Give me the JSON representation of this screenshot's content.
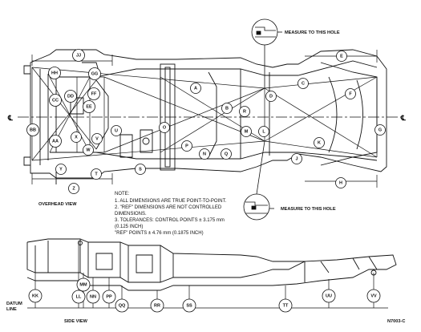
{
  "captions": {
    "overhead_view": "OVERHEAD VIEW",
    "side_view": "SIDE VIEW",
    "datum_line_1": "DATUM",
    "datum_line_2": "LINE",
    "measure_top": "MEASURE TO THIS HOLE",
    "measure_bottom": "MEASURE TO THIS HOLE",
    "figure_id": "N7003-C",
    "centerline": "℄"
  },
  "notes": {
    "heading": "NOTE:",
    "lines": [
      "1.  ALL DIMENSIONS ARE TRUE POINT-TO-POINT.",
      "2.  \"REF\" DIMENSIONS ARE NOT CONTROLLED",
      "     DIMENSIONS.",
      "3.  TOLERANCES: CONTROL POINTS ± 3.175 mm",
      "     (0.125 INCH)",
      "     \"REF\" POINTS ± 4.76 mm (0.1875 INCH)"
    ]
  },
  "overhead_labels": [
    "A",
    "B",
    "C",
    "D",
    "E",
    "F",
    "G",
    "H",
    "J",
    "K",
    "L",
    "M",
    "N",
    "O",
    "P",
    "Q",
    "R",
    "S",
    "T",
    "U",
    "V",
    "W",
    "X",
    "Y",
    "Z",
    "AA",
    "BB",
    "CC",
    "DD",
    "EE",
    "FF",
    "GG",
    "HH",
    "JJ"
  ],
  "side_labels": [
    "KK",
    "LL",
    "MM",
    "NN",
    "PP",
    "QQ",
    "RR",
    "SS",
    "TT",
    "UU",
    "VV"
  ]
}
